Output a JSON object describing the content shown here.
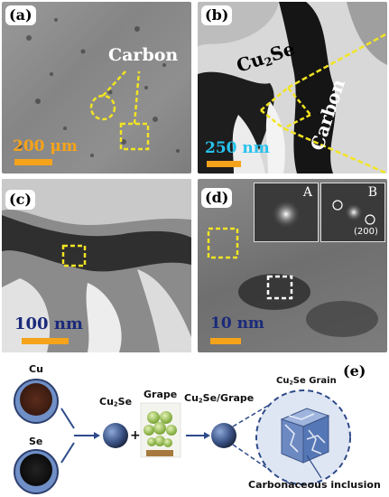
{
  "panels": {
    "a": {
      "label": "(a)",
      "annotation": "Carbon",
      "scale": "200 μm"
    },
    "b": {
      "label": "(b)",
      "phase_main": "Cu",
      "phase_sub": "2",
      "phase_tail": "Se",
      "annotation": "Carbon",
      "scale": "250 nm"
    },
    "c": {
      "label": "(c)",
      "scale": "100 nm"
    },
    "d": {
      "label": "(d)",
      "scale": "10 nm",
      "inset_a": "A",
      "inset_b": "B",
      "miller": "(200)"
    },
    "e": {
      "label": "(e)",
      "cu": "Cu",
      "se": "Se",
      "cu2se_main": "Cu",
      "cu2se_sub": "2",
      "cu2se_tail": "Se",
      "grape": "Grape",
      "plus": "+",
      "mix_main": "Cu",
      "mix_sub": "2",
      "mix_tail": "Se/Grape",
      "grain_main": "Cu",
      "grain_sub": "2",
      "grain_tail": "Se Grain",
      "inclusion": "Carbonaceous inclusion"
    }
  },
  "colors": {
    "highlight_yellow": "#f2e422",
    "scale_orange": "#f5a31a",
    "scale_cyan": "#27c3ee",
    "scale_navy": "#1b2a7a",
    "sphere_blue": "#4a6fb0"
  }
}
